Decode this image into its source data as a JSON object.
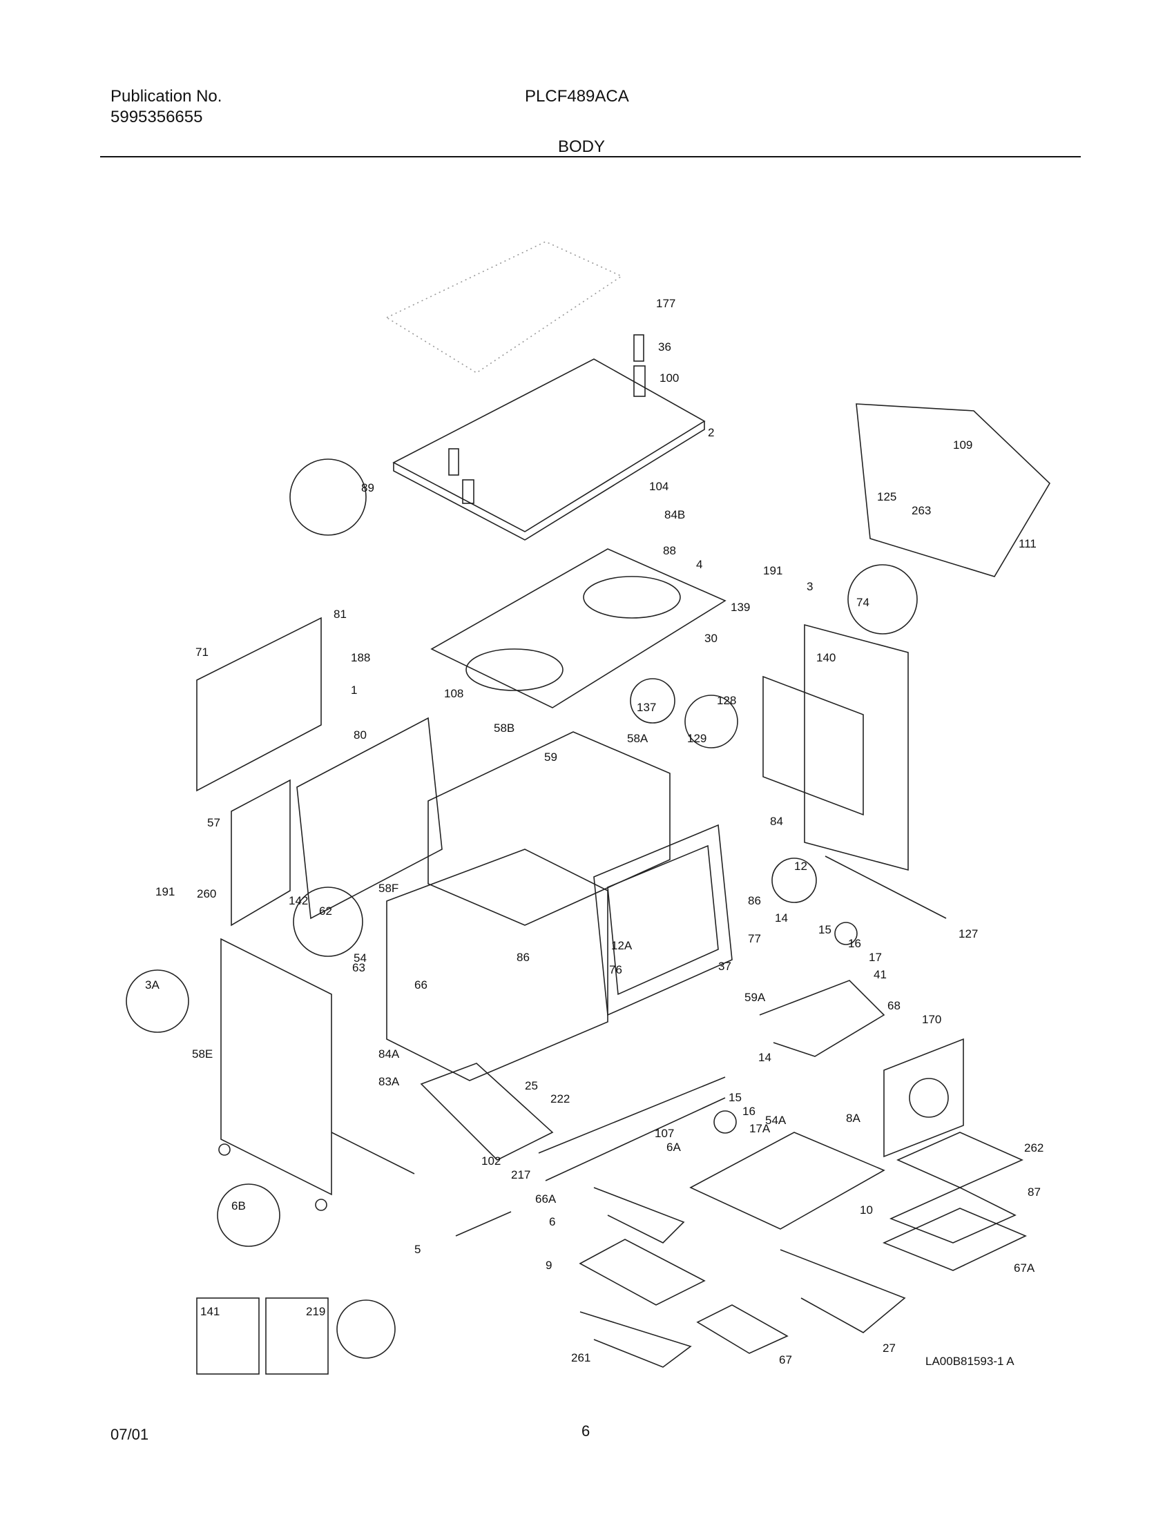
{
  "header": {
    "publication_label": "Publication No.",
    "publication_number": "5995356655",
    "model": "PLCF489ACA",
    "section": "BODY"
  },
  "diagram": {
    "callouts": [
      "177",
      "36",
      "100",
      "2",
      "104",
      "84B",
      "88",
      "4",
      "89",
      "191",
      "3",
      "74",
      "125",
      "263",
      "109",
      "111",
      "81",
      "71",
      "188",
      "1",
      "108",
      "58B",
      "137",
      "128",
      "129",
      "30",
      "139",
      "140",
      "80",
      "59",
      "58A",
      "63",
      "84",
      "57",
      "12",
      "86",
      "191",
      "260",
      "142",
      "58F",
      "62",
      "54",
      "14",
      "15",
      "16",
      "17",
      "41",
      "77",
      "127",
      "12A",
      "86",
      "76",
      "37",
      "59A",
      "66",
      "68",
      "170",
      "3A",
      "58E",
      "84A",
      "83A",
      "25",
      "222",
      "14",
      "15",
      "16",
      "17A",
      "54A",
      "107",
      "8A",
      "102",
      "217",
      "6A",
      "262",
      "66A",
      "6",
      "10",
      "87",
      "5",
      "6B",
      "9",
      "67A",
      "261",
      "67",
      "27",
      "141",
      "219"
    ],
    "reference_code": "LA00B81593-1 A"
  },
  "footer": {
    "date": "07/01",
    "page": "6"
  }
}
